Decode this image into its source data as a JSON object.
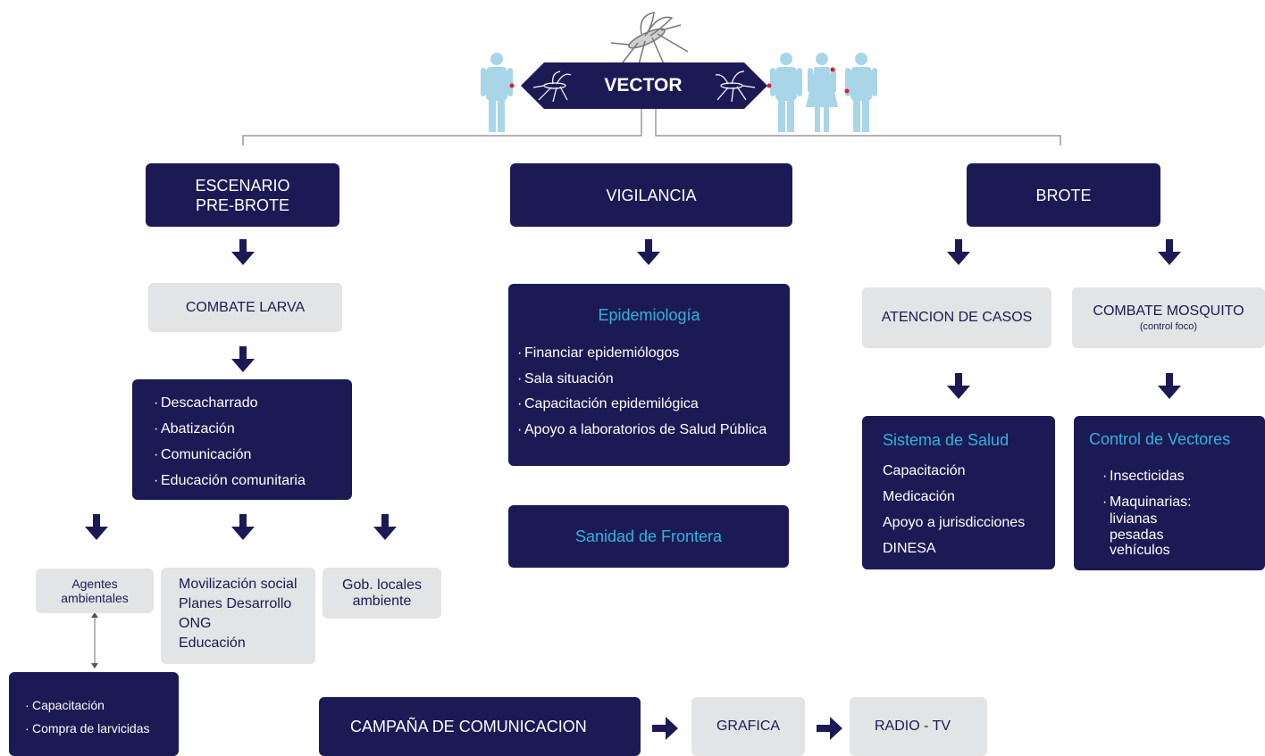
{
  "header": {
    "title": "VECTOR"
  },
  "pre_brote": {
    "title_line1": "ESCENARIO",
    "title_line2": "PRE-BROTE",
    "combate_larva": "COMBATE LARVA",
    "actions": [
      "Descacharrado",
      "Abatización",
      "Comunicación",
      "Educación comunitaria"
    ],
    "agentes_line1": "Agentes",
    "agentes_line2": "ambientales",
    "movilizacion": [
      "Movilización social",
      "Planes Desarrollo",
      "ONG",
      "Educación"
    ],
    "gob_line1": "Gob. locales",
    "gob_line2": "ambiente",
    "larvicidas": [
      "Capacitación",
      "Compra de larvicidas"
    ]
  },
  "vigilancia": {
    "title": "VIGILANCIA",
    "epi_title": "Epidemiología",
    "epi_items": [
      "Financiar epidemiólogos",
      "Sala situación",
      "Capacitación epidemilógica",
      "Apoyo a laboratorios de Salud Pública"
    ],
    "frontera": "Sanidad de Frontera"
  },
  "brote": {
    "title": "BROTE",
    "atencion": "ATENCION DE CASOS",
    "combate_mosquito": "COMBATE MOSQUITO",
    "combate_mosquito_sub": "(control foco)",
    "sistema_title": "Sistema de Salud",
    "sistema_items": [
      "Capacitación",
      "Medicación",
      "Apoyo a jurisdicciones",
      "DINESA"
    ],
    "control_title": "Control de Vectores",
    "control_items": [
      "Insecticidas",
      "Maquinarias:"
    ],
    "maquinarias": [
      "livianas",
      "pesadas",
      "vehículos"
    ]
  },
  "comunicacion": {
    "campana": "CAMPAÑA DE COMUNICACION",
    "grafica": "GRAFICA",
    "radio_tv": "RADIO - TV"
  },
  "colors": {
    "dark": "#1c1a54",
    "light": "#e3e4e5",
    "accent": "#33b3d9",
    "person": "#a8d6e8",
    "dot": "#d81e2c"
  },
  "icons": [
    "mosquito-icon",
    "person-icon",
    "down-arrow-icon",
    "right-arrow-icon"
  ]
}
